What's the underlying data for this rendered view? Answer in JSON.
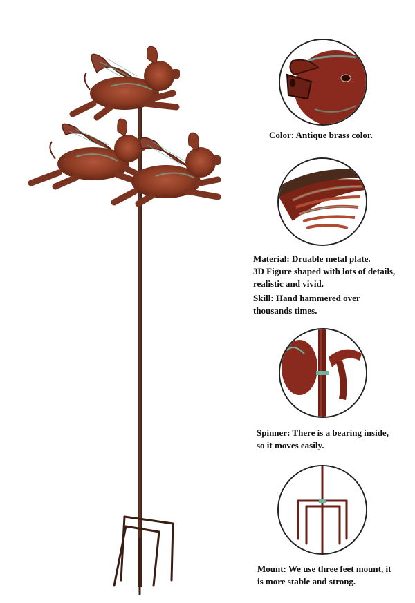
{
  "captions": {
    "color": "Color: Antique brass color.",
    "material_line1": "Material: Druable metal plate.",
    "material_line2": "3D Figure shaped with lots of details,",
    "material_line3": "realistic and vivid.",
    "skill_line1": "Skill: Hand hammered over",
    "skill_line2": "thousands times.",
    "spinner_line1": "Spinner: There is  a bearing inside,",
    "spinner_line2": "so it moves easily.",
    "mount_line1": "Mount: We use  three feet mount, it",
    "mount_line2": "is more stable and strong."
  },
  "colors": {
    "copper": "#8a3a22",
    "copper_dark": "#5a2214",
    "patina": "#6fb3a0",
    "pole": "#4a2a1e"
  }
}
